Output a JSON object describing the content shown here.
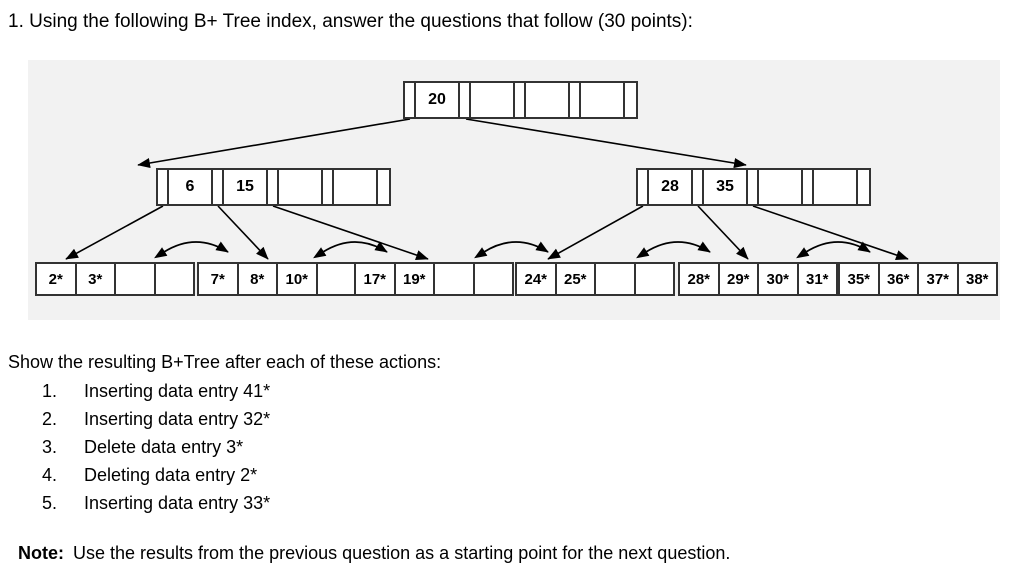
{
  "question": {
    "title": "1. Using the following B+ Tree index, answer the questions that follow (30 points):",
    "show_line": "Show the resulting B+Tree after each of these actions:",
    "actions": [
      {
        "num": "1.",
        "text": "Inserting data entry 41*"
      },
      {
        "num": "2.",
        "text": "Inserting data entry 32*"
      },
      {
        "num": "3.",
        "text": "Delete data entry 3*"
      },
      {
        "num": "4.",
        "text": "Deleting data entry 2*"
      },
      {
        "num": "5.",
        "text": "Inserting data entry 33*"
      }
    ],
    "note_label": "Note:",
    "note_text": "Use the results from the previous question as a starting point for the next question."
  },
  "tree": {
    "root": {
      "keys": [
        "20",
        "",
        "",
        ""
      ]
    },
    "internal": [
      {
        "keys": [
          "6",
          "15",
          "",
          ""
        ]
      },
      {
        "keys": [
          "28",
          "35",
          "",
          ""
        ]
      }
    ],
    "leaves": [
      {
        "entries": [
          "2*",
          "3*",
          "",
          ""
        ]
      },
      {
        "entries": [
          "7*",
          "8*",
          "10*",
          ""
        ]
      },
      {
        "entries": [
          "17*",
          "19*",
          "",
          ""
        ]
      },
      {
        "entries": [
          "24*",
          "25*",
          "",
          ""
        ]
      },
      {
        "entries": [
          "28*",
          "29*",
          "30*",
          "31*"
        ]
      },
      {
        "entries": [
          "35*",
          "36*",
          "37*",
          "38*"
        ]
      }
    ]
  },
  "colors": {
    "panel_background": "#f2f2f2",
    "node_border": "#333333",
    "node_fill": "#ffffff",
    "arrow": "#000000",
    "text": "#000000"
  }
}
